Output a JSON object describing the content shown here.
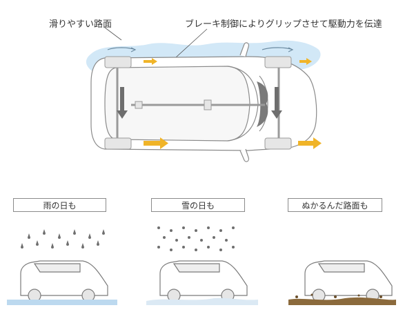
{
  "callouts": {
    "slippery_road": "滑りやすい路面",
    "brake_control": "ブレーキ制御によりグリップさせて駆動力を伝達"
  },
  "conditions": [
    {
      "label": "雨の日も",
      "surface": "water"
    },
    {
      "label": "雪の日も",
      "surface": "snow"
    },
    {
      "label": "ぬかるんだ路面も",
      "surface": "mud"
    }
  ],
  "colors": {
    "arrow": "#f0b428",
    "brake_arrow": "#6e6e6e",
    "slippery": "#cfe6f6",
    "water": "#bcd9ef",
    "snow": "#dbe9f4",
    "mud": "#8b6a3c",
    "line": "#8a8a8a"
  }
}
